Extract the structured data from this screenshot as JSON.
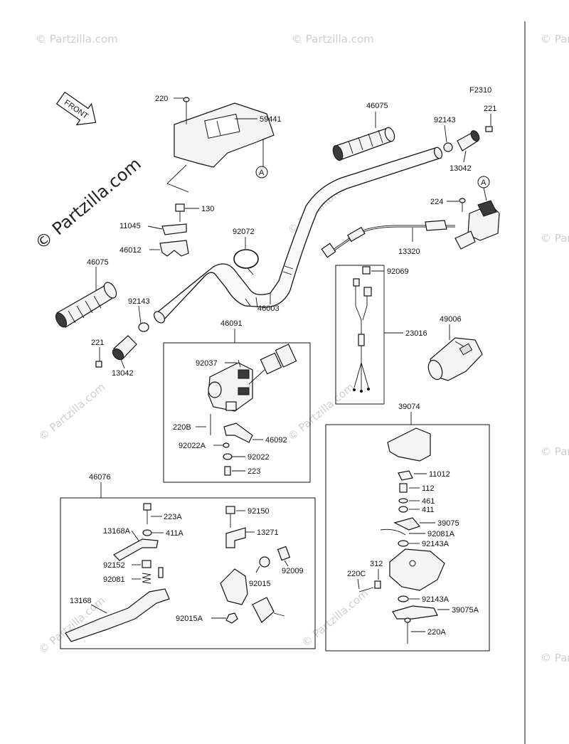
{
  "figure_code": "F2310",
  "front_label": "FRONT",
  "watermark": "© Partzilla.com",
  "labels": {
    "p220": "220",
    "p59441": "59441",
    "a_top": "A",
    "p130": "130",
    "p11045": "11045",
    "p46012": "46012",
    "p46075_left": "46075",
    "p92143_left": "92143",
    "p221_left": "221",
    "p13042_left": "13042",
    "p92072": "92072",
    "p46003": "46003",
    "p46075_right": "46075",
    "p92143_right": "92143",
    "p221_right": "221",
    "p13042_right": "13042",
    "p224": "224",
    "a_right": "A",
    "p13320": "13320",
    "p92069": "92069",
    "p23016": "23016",
    "p49006": "49006",
    "p46091": "46091",
    "p92037": "92037",
    "p220B": "220B",
    "p46092": "46092",
    "p92022A": "92022A",
    "p92022": "92022",
    "p223": "223",
    "p46076": "46076",
    "p223A": "223A",
    "p92150": "92150",
    "p13168A": "13168A",
    "p411A": "411A",
    "p13271": "13271",
    "p92152": "92152",
    "p92009": "92009",
    "p92081": "92081",
    "p92015": "92015",
    "p13168": "13168",
    "p92015A": "92015A",
    "p39074": "39074",
    "p11012": "11012",
    "p112": "112",
    "p461": "461",
    "p411": "411",
    "p39075": "39075",
    "p92081A": "92081A",
    "p92143A_1": "92143A",
    "p312": "312",
    "p220C": "220C",
    "p92143A_2": "92143A",
    "p39075A": "39075A",
    "p220A": "220A"
  }
}
